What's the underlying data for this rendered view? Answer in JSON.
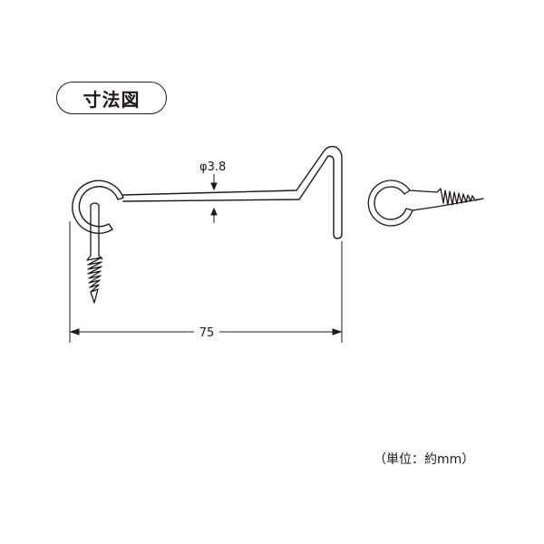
{
  "title": "寸法図",
  "dimensions": {
    "diameter": "φ3.8",
    "length": "75"
  },
  "unit_note": "（単位：約mm）",
  "colors": {
    "line": "#231815",
    "background": "#ffffff"
  }
}
